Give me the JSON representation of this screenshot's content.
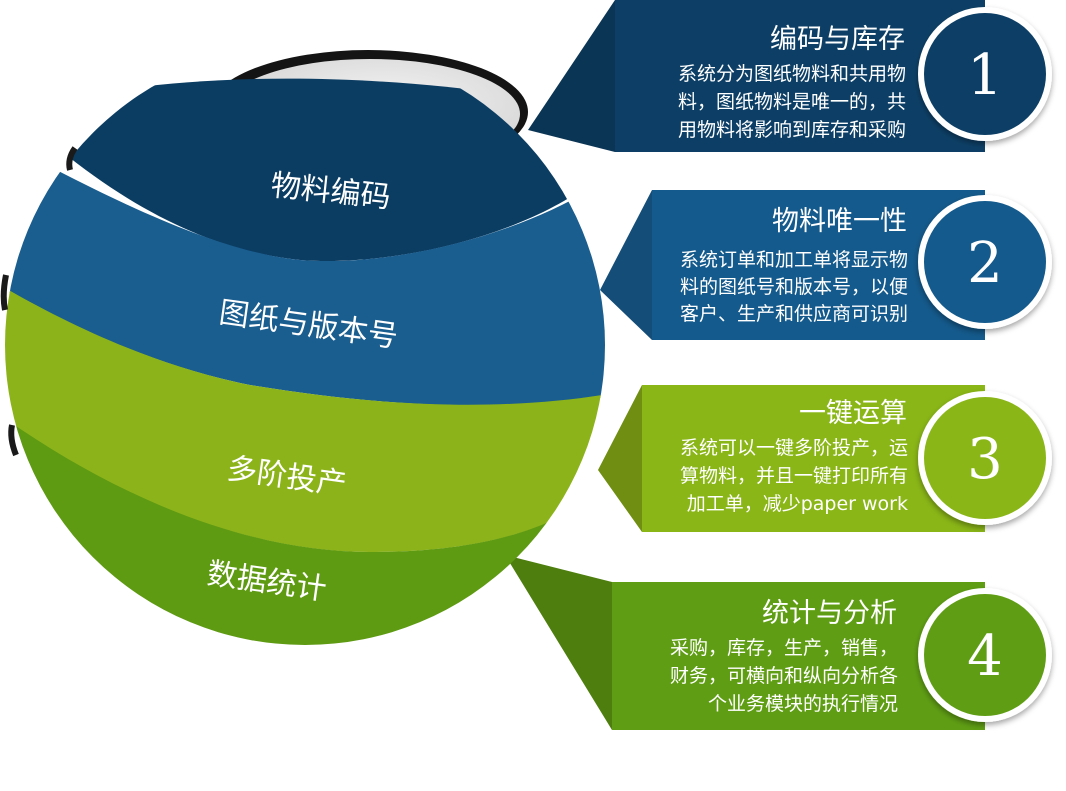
{
  "bands": [
    {
      "label": "物料编码"
    },
    {
      "label": "图纸与版本号"
    },
    {
      "label": "多阶投产"
    },
    {
      "label": "数据统计"
    }
  ],
  "panels": [
    {
      "number": "1",
      "title": "编码与库存",
      "lines": [
        "系统分为图纸物料和共用物",
        "料，图纸物料是唯一的，共",
        "用物料将影响到库存和采购"
      ]
    },
    {
      "number": "2",
      "title": "物料唯一性",
      "lines": [
        "系统订单和加工单将显示物",
        "料的图纸号和版本号，以便",
        "客户、生产和供应商可识别"
      ]
    },
    {
      "number": "3",
      "title": "一键运算",
      "lines": [
        "系统可以一键多阶投产，运",
        "算物料，并且一键打印所有",
        "加工单，减少paper work"
      ]
    },
    {
      "number": "4",
      "title": "统计与分析",
      "lines": [
        "采购，库存，生产，销售，",
        "财务，可横向和纵向分析各",
        "个业务模块的执行情况"
      ]
    }
  ],
  "colors": {
    "navy": "#0b3d63",
    "blue": "#1a5d8f",
    "lime": "#8cb31a",
    "green": "#5e9a12",
    "panel_navy": "#0d3f66",
    "panel_blue": "#145a8c",
    "panel_lime": "#8ab617",
    "panel_green": "#5f9e14"
  }
}
